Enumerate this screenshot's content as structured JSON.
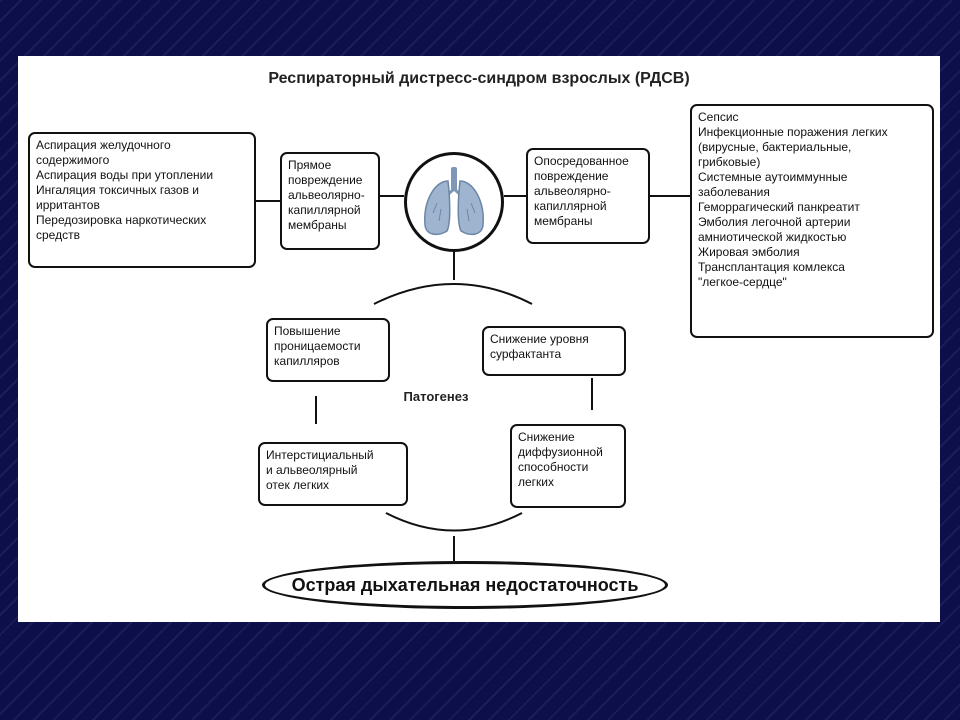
{
  "title": "Респираторный дистресс-синдром взрослых (РДСВ)",
  "left_causes": "Аспирация желудочного\nсодержимого\nАспирация воды при утоплении\nИнгаляция токсичных газов и\nирритантов\nПередозировка наркотических\nсредств",
  "direct_injury": "Прямое\nповреждение\nальвеолярно-\nкапиллярной\nмембраны",
  "indirect_injury": "Опосредованное\nповреждение\nальвеолярно-\nкапиллярной\nмембраны",
  "right_causes": "Сепсис\nИнфекционные поражения легких\n(вирусные, бактериальные,\nгрибковые)\nСистемные аутоиммунные\nзаболевания\nГеморрагический панкреатит\nЭмболия легочной артерии\nамниотической жидкостью\nЖировая эмболия\nТрансплантация комлекса\n\"легкое-сердце\"",
  "pathogenesis_label": "Патогенез",
  "cycle": {
    "permeability": "Повышение\nпроницаемости\nкапилляров",
    "surfactant": "Снижение уровня\nсурфактанта",
    "diffusion": "Снижение\nдиффузионной\nспособности\nлегких",
    "edema": "Интерстициальный\nи альвеолярный\nотек легких"
  },
  "outcome": "Острая дыхательная недостаточность",
  "colors": {
    "background": "#0d0f4a",
    "panel": "#ffffff",
    "stroke": "#111111",
    "lung": "#9fb4cf"
  },
  "icons": {
    "lungs": "lungs-icon"
  }
}
